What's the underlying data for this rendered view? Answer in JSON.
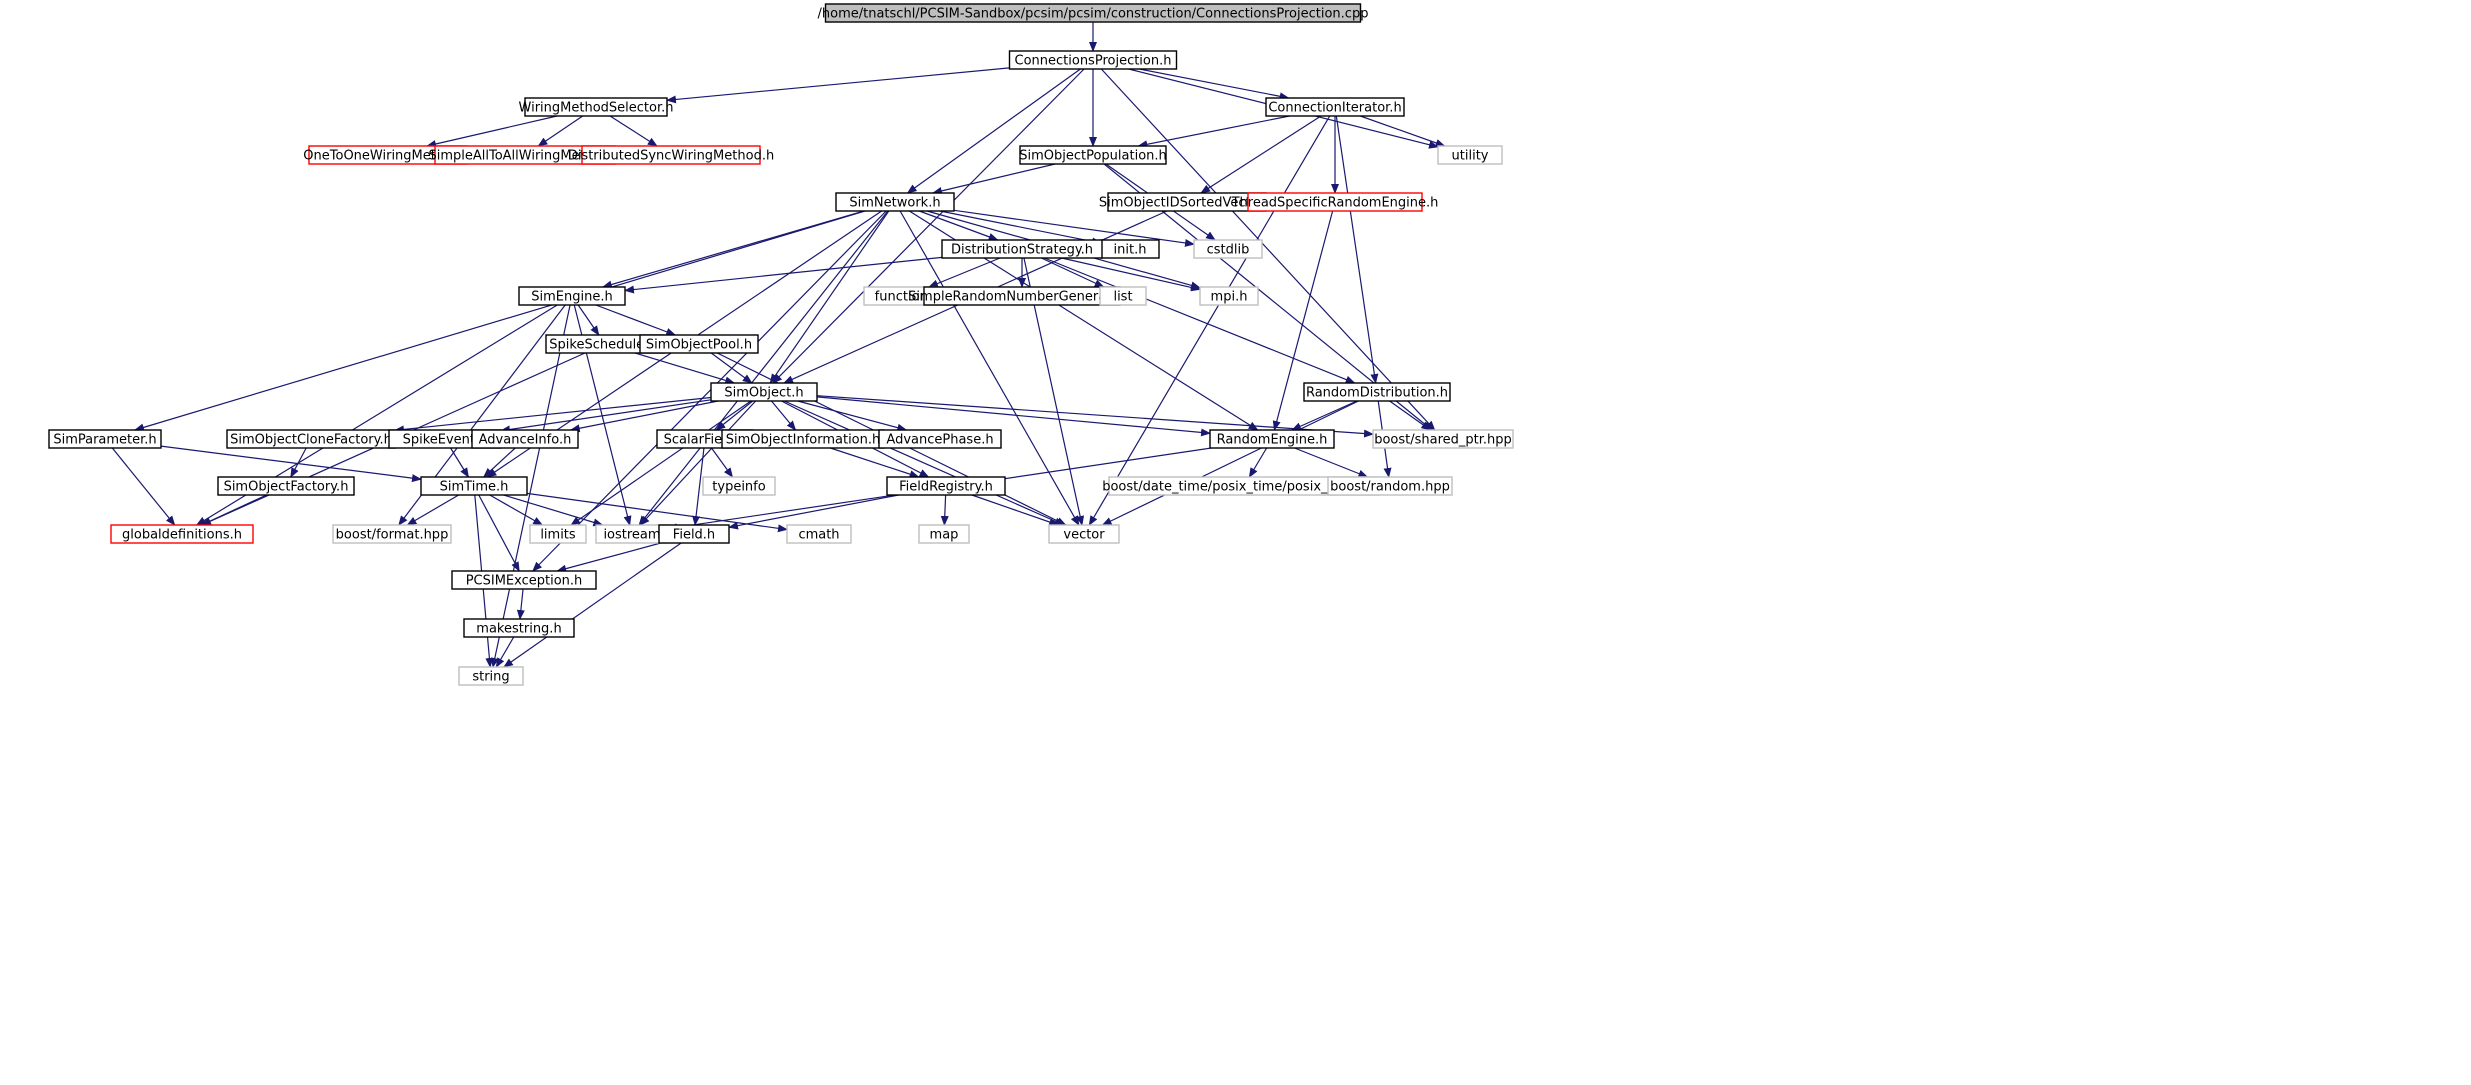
{
  "graph": {
    "title": "/home/tnatschl/PCSIM-Sandbox/pcsim/pcsim/construction/ConnectionsProjection.cpp",
    "colors": {
      "root_fill": "#bfbfbf",
      "root_border": "#000000",
      "normal_border": "#000000",
      "missing_border": "#ff0000",
      "system_border": "#bfbfbf",
      "edge": "#191970",
      "background": "#ffffff"
    },
    "nodes": [
      {
        "id": "root",
        "label": "/home/tnatschl/PCSIM-Sandbox/pcsim/pcsim/construction/ConnectionsProjection.cpp",
        "kind": "root"
      },
      {
        "id": "cp",
        "label": "ConnectionsProjection.h",
        "kind": "normal"
      },
      {
        "id": "wms",
        "label": "WiringMethodSelector.h",
        "kind": "normal"
      },
      {
        "id": "ci",
        "label": "ConnectionIterator.h",
        "kind": "normal"
      },
      {
        "id": "o2o",
        "label": "OneToOneWiringMethod.h",
        "kind": "missing"
      },
      {
        "id": "sa2a",
        "label": "SimpleAllToAllWiringMethod.h",
        "kind": "missing"
      },
      {
        "id": "dsw",
        "label": "DistributedSyncWiringMethod.h",
        "kind": "missing"
      },
      {
        "id": "sop",
        "label": "SimObjectPopulation.h",
        "kind": "normal"
      },
      {
        "id": "util",
        "label": "utility",
        "kind": "system"
      },
      {
        "id": "soidsv",
        "label": "SimObjectIDSortedVector.h",
        "kind": "normal"
      },
      {
        "id": "tsre",
        "label": "ThreadSpecificRandomEngine.h",
        "kind": "missing"
      },
      {
        "id": "sn",
        "label": "SimNetwork.h",
        "kind": "normal"
      },
      {
        "id": "init",
        "label": "init.h",
        "kind": "normal"
      },
      {
        "id": "cstdlib",
        "label": "cstdlib",
        "kind": "system"
      },
      {
        "id": "ds",
        "label": "DistributionStrategy.h",
        "kind": "normal"
      },
      {
        "id": "se",
        "label": "SimEngine.h",
        "kind": "normal"
      },
      {
        "id": "func",
        "label": "functional",
        "kind": "system"
      },
      {
        "id": "srng",
        "label": "SimpleRandomNumberGenerator.h",
        "kind": "normal"
      },
      {
        "id": "list",
        "label": "list",
        "kind": "system"
      },
      {
        "id": "mpi",
        "label": "mpi.h",
        "kind": "system"
      },
      {
        "id": "ss",
        "label": "SpikeScheduler.h",
        "kind": "normal"
      },
      {
        "id": "sopool",
        "label": "SimObjectPool.h",
        "kind": "normal"
      },
      {
        "id": "so",
        "label": "SimObject.h",
        "kind": "normal"
      },
      {
        "id": "rd",
        "label": "RandomDistribution.h",
        "kind": "normal"
      },
      {
        "id": "sp",
        "label": "SimParameter.h",
        "kind": "normal"
      },
      {
        "id": "socf",
        "label": "SimObjectCloneFactory.h",
        "kind": "normal"
      },
      {
        "id": "spe",
        "label": "SpikeEvent.h",
        "kind": "normal"
      },
      {
        "id": "ai",
        "label": "AdvanceInfo.h",
        "kind": "normal"
      },
      {
        "id": "sf",
        "label": "ScalarField.h",
        "kind": "normal"
      },
      {
        "id": "soi",
        "label": "SimObjectInformation.h",
        "kind": "normal"
      },
      {
        "id": "ap",
        "label": "AdvancePhase.h",
        "kind": "normal"
      },
      {
        "id": "re",
        "label": "RandomEngine.h",
        "kind": "normal"
      },
      {
        "id": "bsp",
        "label": "boost/shared_ptr.hpp",
        "kind": "system"
      },
      {
        "id": "sof",
        "label": "SimObjectFactory.h",
        "kind": "normal"
      },
      {
        "id": "st",
        "label": "SimTime.h",
        "kind": "normal"
      },
      {
        "id": "typeinfo",
        "label": "typeinfo",
        "kind": "system"
      },
      {
        "id": "fr",
        "label": "FieldRegistry.h",
        "kind": "normal"
      },
      {
        "id": "bpt",
        "label": "boost/date_time/posix_time/posix_time.hpp",
        "kind": "system"
      },
      {
        "id": "brand",
        "label": "boost/random.hpp",
        "kind": "system"
      },
      {
        "id": "gd",
        "label": "globaldefinitions.h",
        "kind": "missing"
      },
      {
        "id": "bfmt",
        "label": "boost/format.hpp",
        "kind": "system"
      },
      {
        "id": "limits",
        "label": "limits",
        "kind": "system"
      },
      {
        "id": "iostream",
        "label": "iostream",
        "kind": "system"
      },
      {
        "id": "field",
        "label": "Field.h",
        "kind": "normal"
      },
      {
        "id": "cmath",
        "label": "cmath",
        "kind": "system"
      },
      {
        "id": "map",
        "label": "map",
        "kind": "system"
      },
      {
        "id": "vector",
        "label": "vector",
        "kind": "system"
      },
      {
        "id": "pe",
        "label": "PCSIMException.h",
        "kind": "normal"
      },
      {
        "id": "ms",
        "label": "makestring.h",
        "kind": "normal"
      },
      {
        "id": "string",
        "label": "string",
        "kind": "system"
      }
    ],
    "edges": [
      [
        "root",
        "cp"
      ],
      [
        "cp",
        "wms"
      ],
      [
        "cp",
        "ci"
      ],
      [
        "cp",
        "sop"
      ],
      [
        "cp",
        "sn"
      ],
      [
        "cp",
        "so"
      ],
      [
        "cp",
        "util"
      ],
      [
        "cp",
        "bsp"
      ],
      [
        "wms",
        "o2o"
      ],
      [
        "wms",
        "sa2a"
      ],
      [
        "wms",
        "dsw"
      ],
      [
        "ci",
        "sop"
      ],
      [
        "ci",
        "util"
      ],
      [
        "ci",
        "soidsv"
      ],
      [
        "ci",
        "tsre"
      ],
      [
        "ci",
        "rd"
      ],
      [
        "ci",
        "vector"
      ],
      [
        "sop",
        "sn"
      ],
      [
        "sop",
        "cstdlib"
      ],
      [
        "sop",
        "bsp"
      ],
      [
        "soidsv",
        "so"
      ],
      [
        "tsre",
        "re"
      ],
      [
        "sn",
        "init"
      ],
      [
        "sn",
        "cstdlib"
      ],
      [
        "sn",
        "ds"
      ],
      [
        "sn",
        "se"
      ],
      [
        "sn",
        "mpi"
      ],
      [
        "sn",
        "so"
      ],
      [
        "sn",
        "sp"
      ],
      [
        "sn",
        "st"
      ],
      [
        "sn",
        "pe"
      ],
      [
        "sn",
        "re"
      ],
      [
        "sn",
        "vector"
      ],
      [
        "sn",
        "iostream"
      ],
      [
        "ds",
        "se"
      ],
      [
        "ds",
        "func"
      ],
      [
        "ds",
        "srng"
      ],
      [
        "ds",
        "list"
      ],
      [
        "ds",
        "mpi"
      ],
      [
        "ds",
        "rd"
      ],
      [
        "ds",
        "vector"
      ],
      [
        "se",
        "ss"
      ],
      [
        "se",
        "sopool"
      ],
      [
        "se",
        "gd"
      ],
      [
        "se",
        "bfmt"
      ],
      [
        "se",
        "iostream"
      ],
      [
        "se",
        "string"
      ],
      [
        "ss",
        "so"
      ],
      [
        "ss",
        "gd"
      ],
      [
        "sopool",
        "so"
      ],
      [
        "sopool",
        "vector"
      ],
      [
        "so",
        "socf"
      ],
      [
        "so",
        "spe"
      ],
      [
        "so",
        "ai"
      ],
      [
        "so",
        "sf"
      ],
      [
        "so",
        "soi"
      ],
      [
        "so",
        "ap"
      ],
      [
        "so",
        "re"
      ],
      [
        "so",
        "bsp"
      ],
      [
        "so",
        "fr"
      ],
      [
        "so",
        "limits"
      ],
      [
        "so",
        "iostream"
      ],
      [
        "so",
        "vector"
      ],
      [
        "rd",
        "re"
      ],
      [
        "rd",
        "bsp"
      ],
      [
        "rd",
        "brand"
      ],
      [
        "rd",
        "vector"
      ],
      [
        "sp",
        "gd"
      ],
      [
        "sp",
        "st"
      ],
      [
        "socf",
        "sof"
      ],
      [
        "spe",
        "st"
      ],
      [
        "ai",
        "st"
      ],
      [
        "sf",
        "typeinfo"
      ],
      [
        "sf",
        "field"
      ],
      [
        "soi",
        "fr"
      ],
      [
        "re",
        "bpt"
      ],
      [
        "re",
        "brand"
      ],
      [
        "re",
        "iostream"
      ],
      [
        "sof",
        "gd"
      ],
      [
        "st",
        "bfmt"
      ],
      [
        "st",
        "limits"
      ],
      [
        "st",
        "iostream"
      ],
      [
        "st",
        "cmath"
      ],
      [
        "st",
        "pe"
      ],
      [
        "st",
        "string"
      ],
      [
        "fr",
        "field"
      ],
      [
        "fr",
        "map"
      ],
      [
        "fr",
        "vector"
      ],
      [
        "field",
        "pe"
      ],
      [
        "field",
        "string"
      ],
      [
        "pe",
        "ms"
      ],
      [
        "ms",
        "string"
      ]
    ]
  }
}
